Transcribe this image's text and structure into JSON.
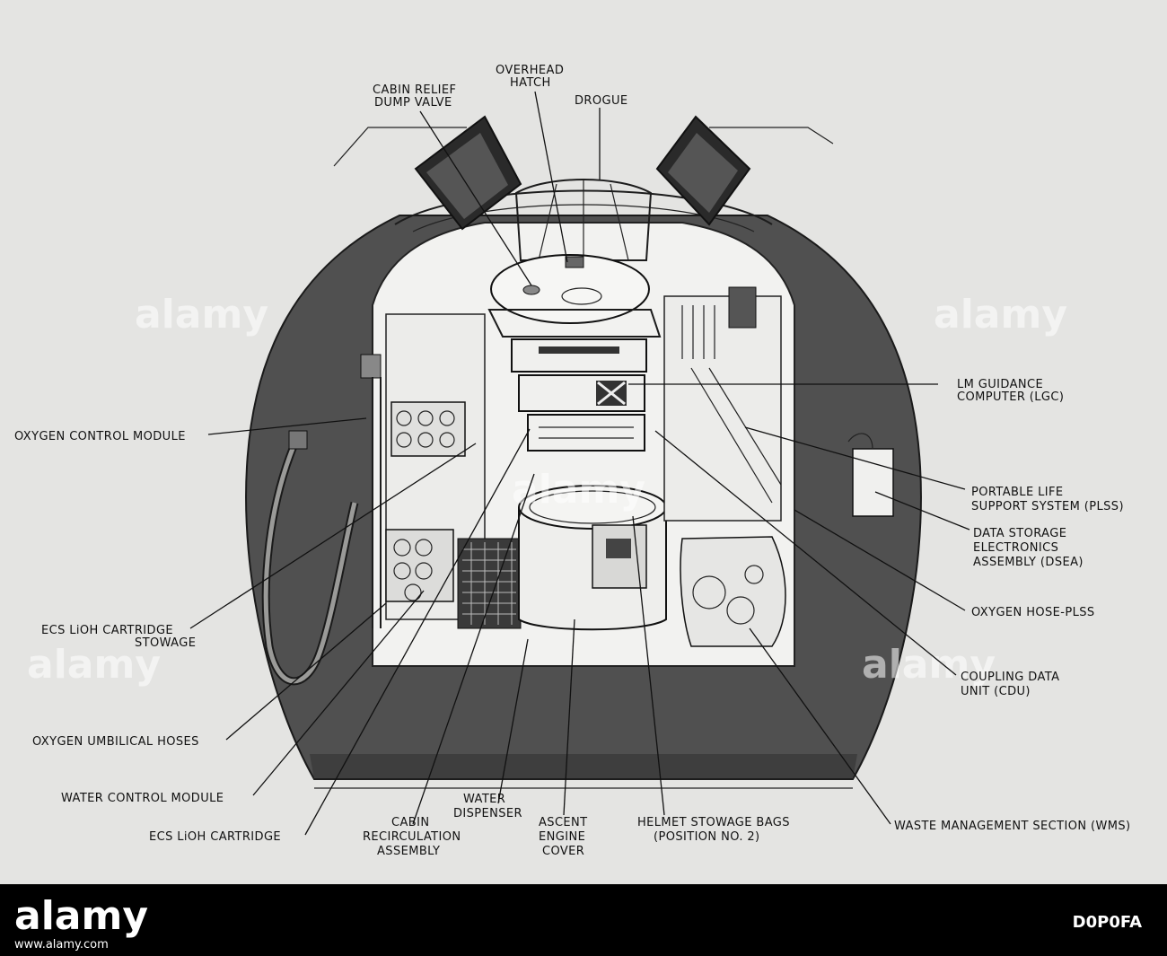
{
  "labels": {
    "cabin_relief_1": "CABIN RELIEF",
    "cabin_relief_2": "DUMP VALVE",
    "overhead_1": "OVERHEAD",
    "overhead_2": "HATCH",
    "drogue": "DROGUE",
    "lm_guidance_1": "LM GUIDANCE",
    "lm_guidance_2": "COMPUTER (LGC)",
    "oxygen_control": "OXYGEN CONTROL MODULE",
    "plss_1": "PORTABLE LIFE",
    "plss_2": "SUPPORT SYSTEM (PLSS)",
    "dsea_1": "DATA STORAGE",
    "dsea_2": "ELECTRONICS",
    "dsea_3": "ASSEMBLY (DSEA)",
    "oxygen_hose": "OXYGEN HOSE-PLSS",
    "ecs_stowage_1": "ECS LiOH CARTRIDGE",
    "ecs_stowage_2": "STOWAGE",
    "cdu_1": "COUPLING DATA",
    "cdu_2": "UNIT (CDU)",
    "umbilical": "OXYGEN UMBILICAL HOSES",
    "water_control": "WATER CONTROL MODULE",
    "ecs_cartridge": "ECS LiOH CARTRIDGE",
    "water_disp_1": "WATER",
    "water_disp_2": "DISPENSER",
    "cabin_recirc_1": "CABIN",
    "cabin_recirc_2": "RECIRCULATION",
    "cabin_recirc_3": "ASSEMBLY",
    "ascent_1": "ASCENT",
    "ascent_2": "ENGINE",
    "ascent_3": "COVER",
    "helmet_1": "HELMET STOWAGE BAGS",
    "helmet_2": "(POSITION NO. 2)",
    "wms": "WASTE MANAGEMENT SECTION (WMS)"
  },
  "watermark": {
    "text": "alamy"
  },
  "footer": {
    "brand": "alamy",
    "code": "D0P0FA",
    "caption": "www.alamy.com"
  },
  "colors": {
    "background": "#e4e4e2",
    "shell": "#505050",
    "interior": "#f2f2f0",
    "footer": "#000000"
  }
}
